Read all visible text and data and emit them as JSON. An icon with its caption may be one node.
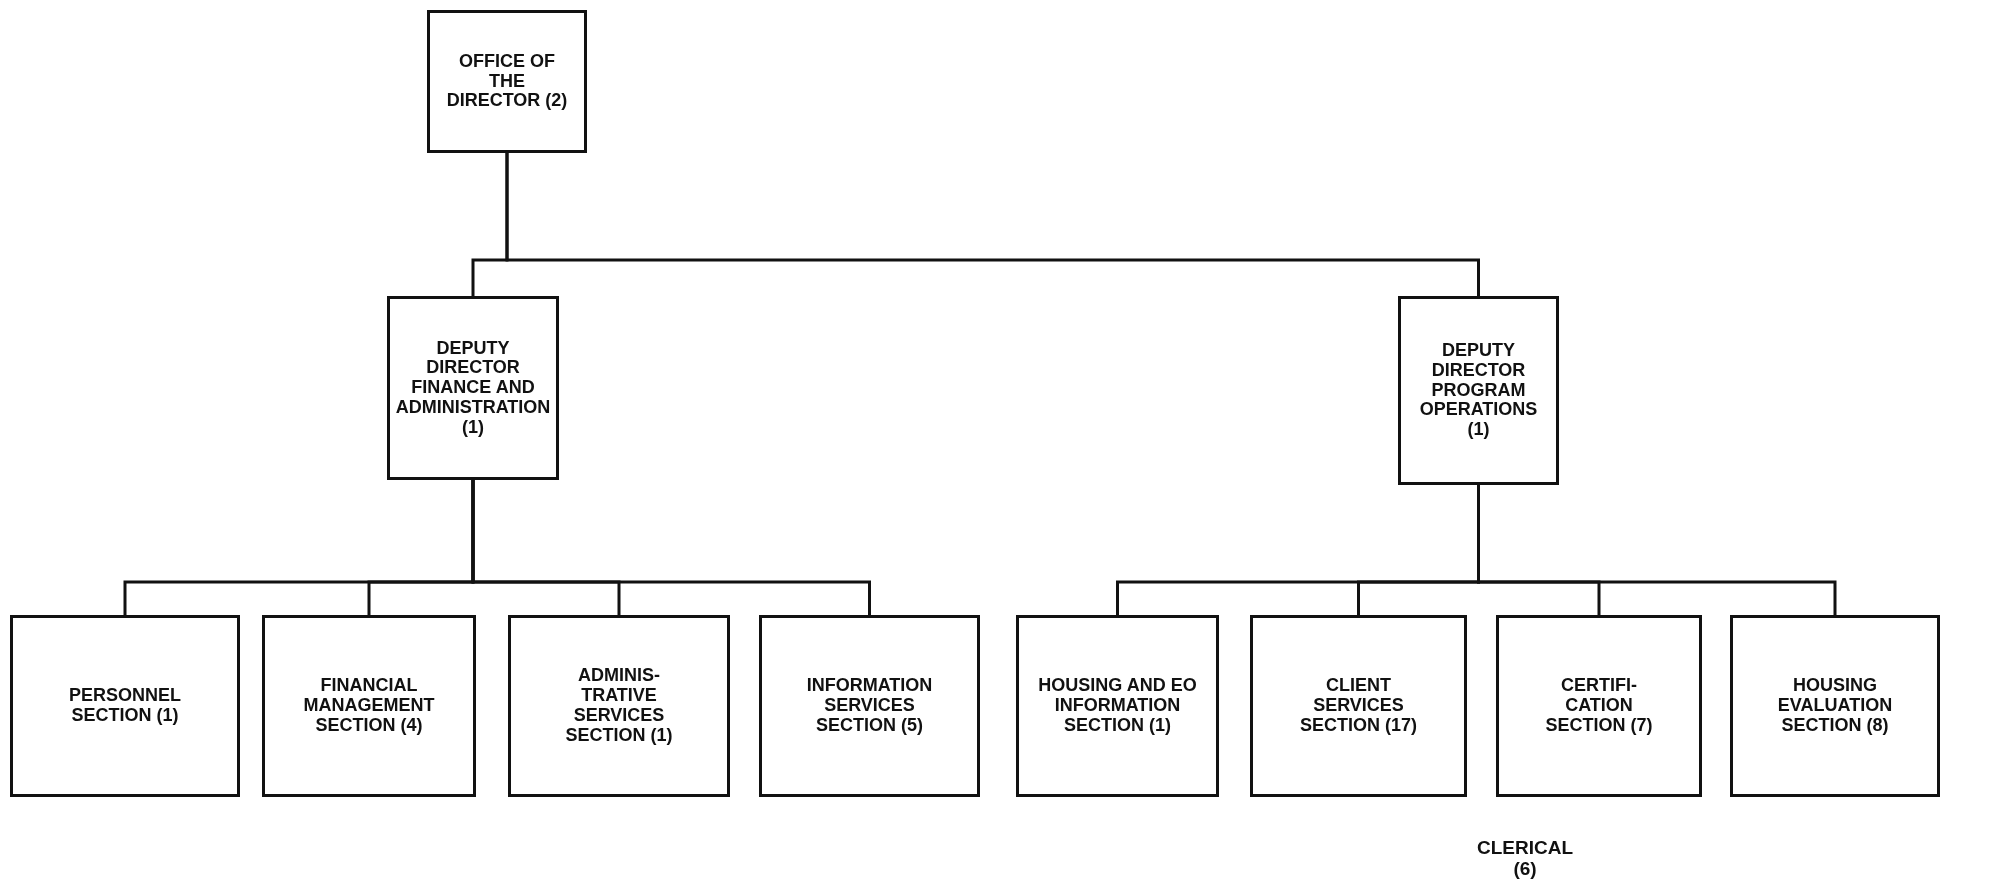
{
  "diagram": {
    "nodes": [
      {
        "text": [
          "OFFICE OF THE DIRECTOR (2)"
        ]
      },
      {
        "text": [
          "DEPUTY DIRECTOR FINANCE AND ADMINISTRATION (1)"
        ]
      },
      {
        "text": [
          "DEPUTY DIRECTOR PROGRAM OPERATIONS (1)"
        ]
      },
      {
        "text": [
          "PERSONNEL SECTION (1)"
        ]
      },
      {
        "text": [
          "FINANCIAL MANAGEMENT SECTION (4)"
        ]
      },
      {
        "text": [
          "ADMINIS- TRATIVE SERVICES SECTION (1)"
        ]
      },
      {
        "text": [
          "INFORMATION SERVICES SECTION (5)"
        ]
      },
      {
        "text": [
          "HOUSING AND EO INFORMATION SECTION (1)"
        ]
      },
      {
        "text": [
          "CLIENT SERVICES SECTION (17)"
        ]
      },
      {
        "text": [
          "CERTIFI- CATION SECTION (7)"
        ]
      },
      {
        "text": [
          "HOUSING EVALUATION SECTION (8)"
        ]
      }
    ],
    "edges": [
      {
        "from": 0,
        "to": 1,
        "arrow": "none"
      },
      {
        "from": 0,
        "to": 2,
        "arrow": "none"
      },
      {
        "from": 1,
        "to": 3,
        "arrow": "none"
      },
      {
        "from": 1,
        "to": 4,
        "arrow": "none"
      },
      {
        "from": 1,
        "to": 5,
        "arrow": "none"
      },
      {
        "from": 1,
        "to": 6,
        "arrow": "none"
      },
      {
        "from": 2,
        "to": 7,
        "arrow": "none"
      },
      {
        "from": 2,
        "to": 8,
        "arrow": "none"
      },
      {
        "from": 2,
        "to": 9,
        "arrow": "none"
      },
      {
        "from": 2,
        "to": 10,
        "arrow": "none"
      }
    ],
    "labels": [
      "CLERICAL (6)"
    ]
  }
}
